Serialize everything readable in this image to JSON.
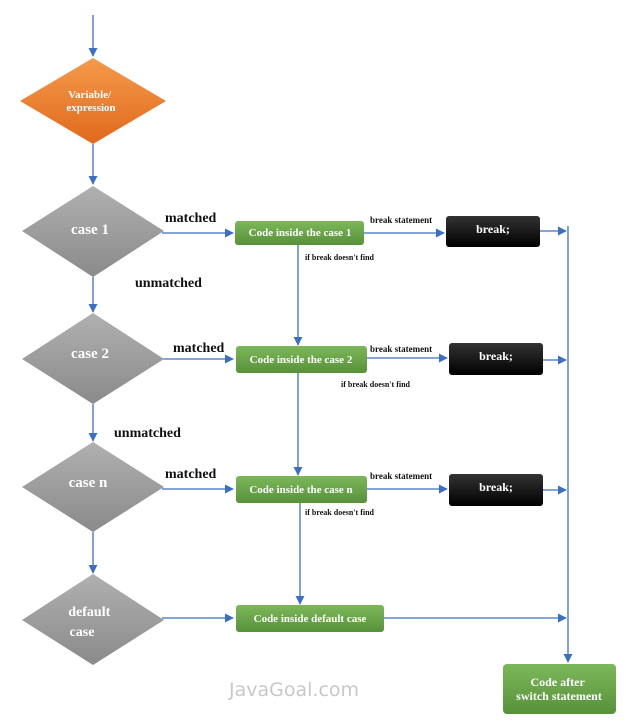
{
  "diagram": {
    "start_node": "Variable/\nexpression",
    "case_nodes": [
      {
        "label": "case 1"
      },
      {
        "label": "case 2"
      },
      {
        "label": "case n"
      },
      {
        "label": "default\ncase"
      }
    ],
    "code_nodes": [
      {
        "label": "Code inside the case 1"
      },
      {
        "label": "Code inside the case 2"
      },
      {
        "label": "Code inside the case n"
      },
      {
        "label": "Code inside default case"
      }
    ],
    "break_nodes": [
      {
        "label": "break;"
      },
      {
        "label": "break;"
      },
      {
        "label": "break;"
      }
    ],
    "end_node": "Code after\nswitch statement",
    "edge_labels": {
      "matched": "matched",
      "unmatched": "unmatched",
      "break_statement": "break statement",
      "if_break_not_found": "if break doesn't find"
    },
    "watermark": "JavaGoal.com",
    "colors": {
      "start": "#f07d2a",
      "case": "#9e9e9e",
      "code": "#6aa34a",
      "break": "#111111",
      "arrow": "#3b6fc6"
    }
  }
}
